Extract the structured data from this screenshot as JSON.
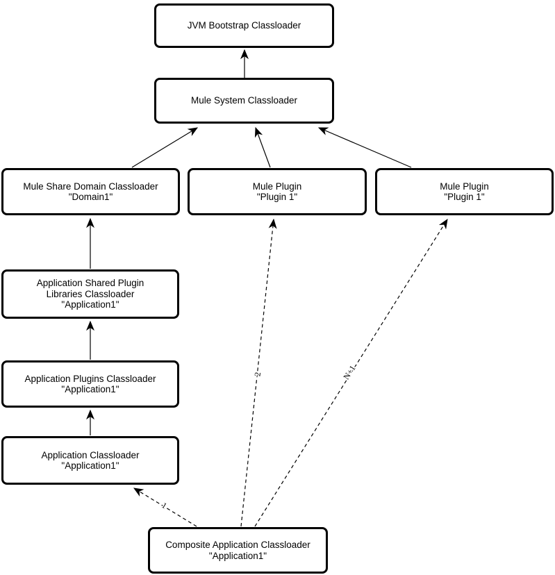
{
  "nodes": {
    "jvm_bootstrap": {
      "lines": [
        "JVM Bootstrap Classloader"
      ]
    },
    "mule_system": {
      "lines": [
        "Mule System Classloader"
      ]
    },
    "mule_share_domain": {
      "lines": [
        "Mule Share Domain Classloader",
        "\"Domain1\""
      ]
    },
    "mule_plugin_mid": {
      "lines": [
        "Mule Plugin",
        "\"Plugin 1\""
      ]
    },
    "mule_plugin_right": {
      "lines": [
        "Mule Plugin",
        "\"Plugin 1\""
      ]
    },
    "app_shared_plugin_libraries": {
      "lines": [
        "Application Shared Plugin",
        "Libraries Classloader",
        "\"Application1\""
      ]
    },
    "app_plugins": {
      "lines": [
        "Application Plugins Classloader",
        "\"Application1\""
      ]
    },
    "app_classloader": {
      "lines": [
        "Application Classloader",
        "\"Application1\""
      ]
    },
    "composite_app": {
      "lines": [
        "Composite Application Classloader",
        "\"Application1\""
      ]
    }
  },
  "edge_labels": {
    "to_app_classloader": "1",
    "to_mule_plugin_mid": "2",
    "to_mule_plugin_right": "N+1"
  },
  "colors": {
    "line": "#000000",
    "box_border": "#000000",
    "box_fill": "#ffffff",
    "page_bg": "#ffffff",
    "text": "#000000"
  }
}
